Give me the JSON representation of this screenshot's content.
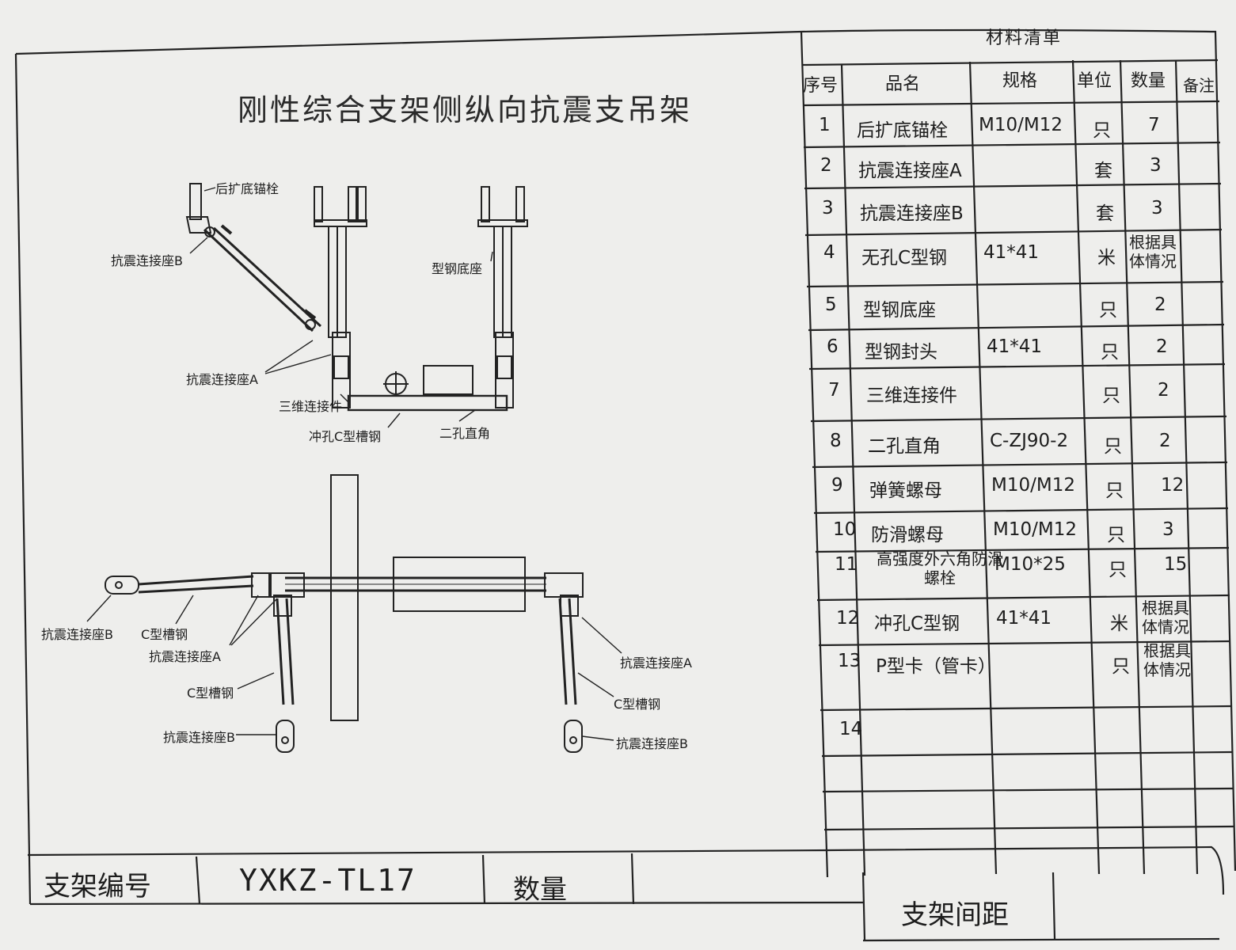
{
  "drawing": {
    "title": "刚性综合支架侧纵向抗震支吊架",
    "labels": {
      "rear_anchor": "后扩底锚栓",
      "seat_b_top": "抗震连接座B",
      "steel_base": "型钢底座",
      "seat_a_mid": "抗震连接座A",
      "three_d": "三维连接件",
      "punched_channel": "冲孔C型槽钢",
      "two_hole": "二孔直角",
      "seat_b_left": "抗震连接座B",
      "c_channel_top": "C型槽钢",
      "seat_a_left": "抗震连接座A",
      "c_channel_left": "C型槽钢",
      "seat_b_bottom_left": "抗震连接座B",
      "seat_a_right": "抗震连接座A",
      "c_channel_right": "C型槽钢",
      "seat_b_bottom_right": "抗震连接座B"
    }
  },
  "title_block": {
    "bracket_no_label": "支架编号",
    "bracket_no_value": "YXKZ-TL17",
    "quantity_label": "数量",
    "spacing_label": "支架间距"
  },
  "materials": {
    "title": "材料清单",
    "headers": {
      "no": "序号",
      "name": "品名",
      "spec": "规格",
      "unit": "单位",
      "qty": "数量",
      "note": "备注"
    },
    "rows": [
      {
        "no": "1",
        "name": "后扩底锚栓",
        "spec": "M10/M12",
        "unit": "只",
        "qty": "7",
        "note": ""
      },
      {
        "no": "2",
        "name": "抗震连接座A",
        "spec": "",
        "unit": "套",
        "qty": "3",
        "note": ""
      },
      {
        "no": "3",
        "name": "抗震连接座B",
        "spec": "",
        "unit": "套",
        "qty": "3",
        "note": ""
      },
      {
        "no": "4",
        "name": "无孔C型钢",
        "spec": "41*41",
        "unit": "米",
        "qty": "根据具体情况",
        "note": ""
      },
      {
        "no": "5",
        "name": "型钢底座",
        "spec": "",
        "unit": "只",
        "qty": "2",
        "note": ""
      },
      {
        "no": "6",
        "name": "型钢封头",
        "spec": "41*41",
        "unit": "只",
        "qty": "2",
        "note": ""
      },
      {
        "no": "7",
        "name": "三维连接件",
        "spec": "",
        "unit": "只",
        "qty": "2",
        "note": ""
      },
      {
        "no": "8",
        "name": "二孔直角",
        "spec": "C-ZJ90-2",
        "unit": "只",
        "qty": "2",
        "note": ""
      },
      {
        "no": "9",
        "name": "弹簧螺母",
        "spec": "M10/M12",
        "unit": "只",
        "qty": "12",
        "note": ""
      },
      {
        "no": "10",
        "name": "防滑螺母",
        "spec": "M10/M12",
        "unit": "只",
        "qty": "3",
        "note": ""
      },
      {
        "no": "11",
        "name": "高强度外六角防滑螺栓",
        "spec": "M10*25",
        "unit": "只",
        "qty": "15",
        "note": ""
      },
      {
        "no": "12",
        "name": "冲孔C型钢",
        "spec": "41*41",
        "unit": "米",
        "qty": "根据具体情况",
        "note": ""
      },
      {
        "no": "13",
        "name": "P型卡（管卡）",
        "spec": "",
        "unit": "只",
        "qty": "根据具体情况",
        "note": ""
      },
      {
        "no": "14",
        "name": "",
        "spec": "",
        "unit": "",
        "qty": "",
        "note": ""
      }
    ]
  }
}
